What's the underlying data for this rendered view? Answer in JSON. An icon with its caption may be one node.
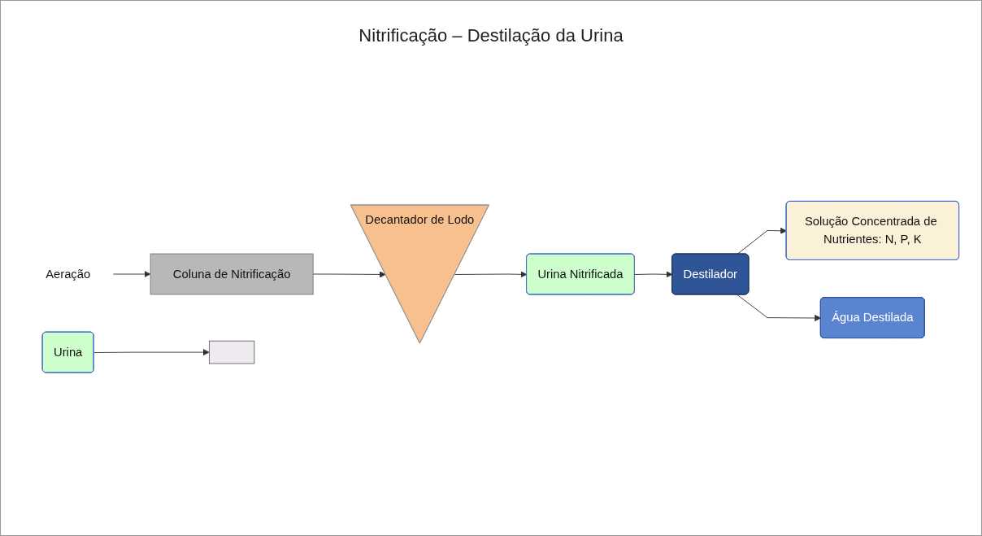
{
  "diagram": {
    "title": "Nitrificação – Destilação da Urina",
    "nodes": [
      {
        "text": [
          "Coluna de Nitrificação"
        ]
      },
      {
        "text": [
          "Decantador de Lodo"
        ]
      },
      {
        "text": [
          "Solução Concentrada de Nutrientes: N, P, K"
        ]
      },
      {
        "text": [
          "Aeração"
        ]
      },
      {
        "text": [
          "Urina"
        ]
      },
      {
        "text": [
          "Urina Nitrificada"
        ]
      },
      {
        "text": [
          "Destilador"
        ]
      },
      {
        "text": [
          "Água Destilada"
        ]
      },
      {
        "text": [],
        "shape": "box"
      }
    ],
    "edges": [
      {
        "from": 3,
        "to": 0,
        "arrow": "to"
      },
      {
        "from": 4,
        "to": 8,
        "arrow": "to"
      },
      {
        "from": 0,
        "to": 1,
        "arrow": "to"
      },
      {
        "from": 1,
        "to": 5,
        "arrow": "to"
      },
      {
        "from": 5,
        "to": 6,
        "arrow": "to"
      },
      {
        "from": 6,
        "to": 2,
        "arrow": "to"
      },
      {
        "from": 6,
        "to": 7,
        "arrow": "to"
      }
    ]
  }
}
